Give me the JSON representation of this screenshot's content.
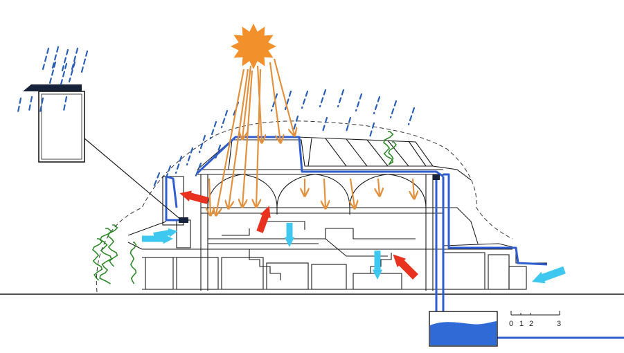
{
  "colors": {
    "sun": "#f2902c",
    "sun_rays": "#e2913e",
    "rain": "#2a5fb5",
    "water_line": "#2f5ccf",
    "warm_air": "#e8321f",
    "cool_air": "#3ec8ef",
    "vegetation": "#2f8a2a",
    "building_line": "#1a1a1a",
    "tank_water": "#2f6ad6",
    "solar_panel": "#15223a"
  },
  "icons": {
    "sun": "sun-icon",
    "solar_panel": "solar-panel-icon",
    "rain": "rain-icon",
    "warm_air": "warm-air-arrow-icon",
    "cool_air": "cool-air-arrow-icon",
    "vegetation": "plant-icon"
  },
  "scale_bar": {
    "ticks": [
      "0",
      "1",
      "2",
      "3"
    ]
  }
}
